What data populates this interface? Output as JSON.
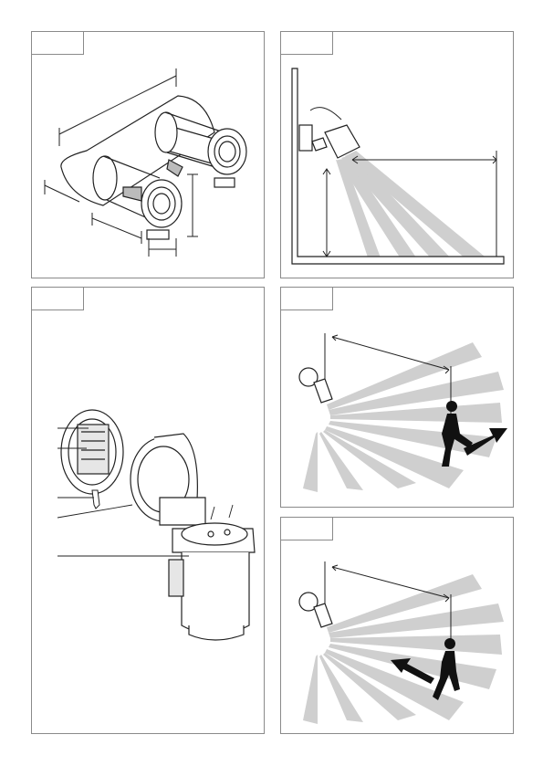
{
  "page": {
    "panels": [
      {
        "id": "dimensions",
        "label": ""
      },
      {
        "id": "mounting-angle",
        "label": ""
      },
      {
        "id": "installation",
        "label": ""
      },
      {
        "id": "detection-crossing",
        "label": ""
      },
      {
        "id": "detection-approach",
        "label": ""
      }
    ]
  },
  "colors": {
    "frame": "#8a8a8a",
    "line": "#222222",
    "beam": "#cfcfcf",
    "figure": "#111111"
  },
  "icons": [
    "twin-spotlight-icon",
    "motion-sensor-icon",
    "walking-person-icon",
    "direction-arrow-icon"
  ]
}
